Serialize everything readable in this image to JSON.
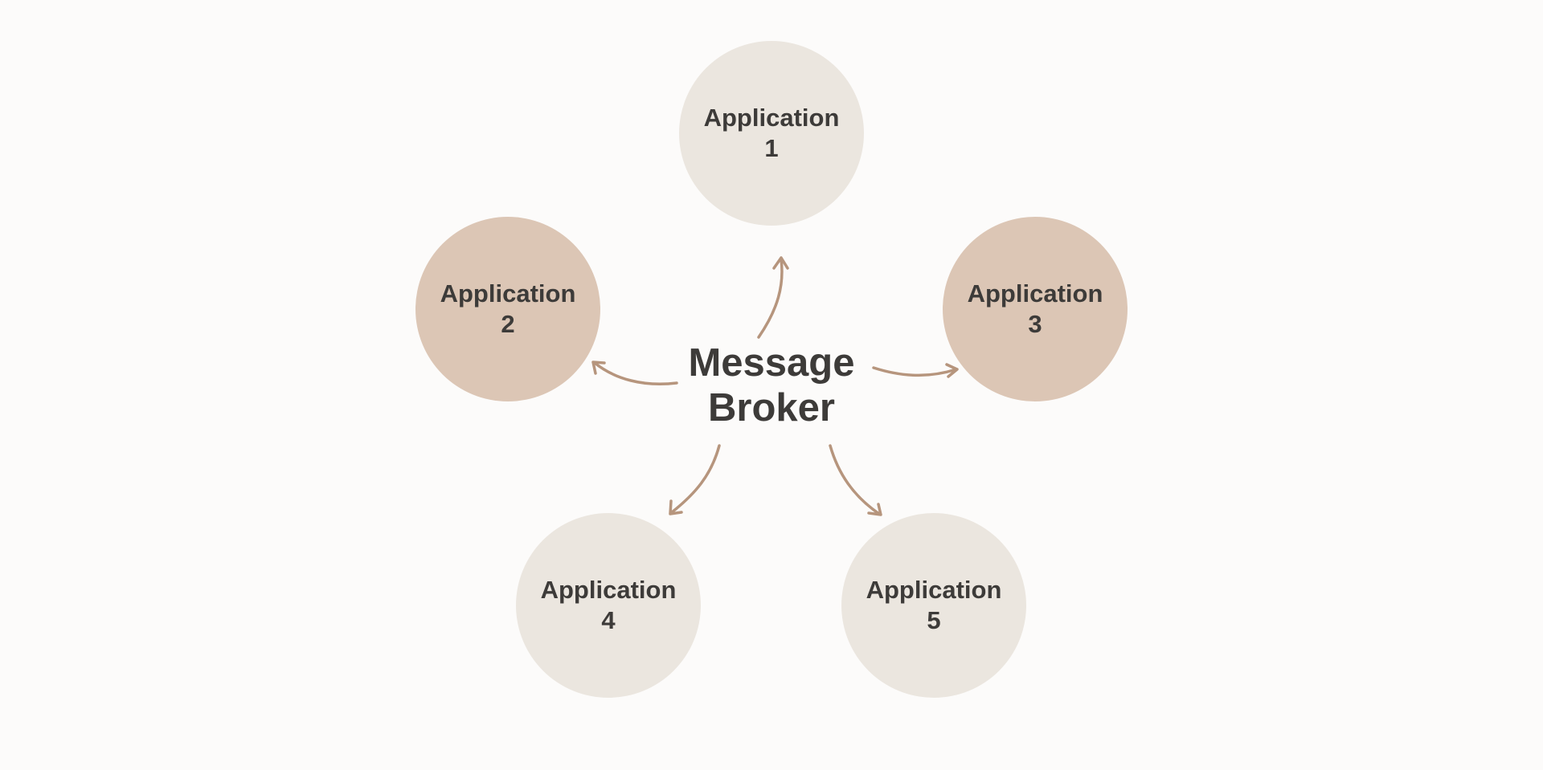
{
  "diagram": {
    "center": {
      "line1": "Message",
      "line2": "Broker"
    },
    "nodes": [
      {
        "line1": "Application",
        "line2": "1"
      },
      {
        "line1": "Application",
        "line2": "2"
      },
      {
        "line1": "Application",
        "line2": "3"
      },
      {
        "line1": "Application",
        "line2": "4"
      },
      {
        "line1": "Application",
        "line2": "5"
      }
    ]
  },
  "colors": {
    "background": "#fcfbfa",
    "node_light": "#ebe6df",
    "node_tan": "#dcc6b5",
    "arrow": "#b6957d",
    "text": "#3d3b39"
  }
}
